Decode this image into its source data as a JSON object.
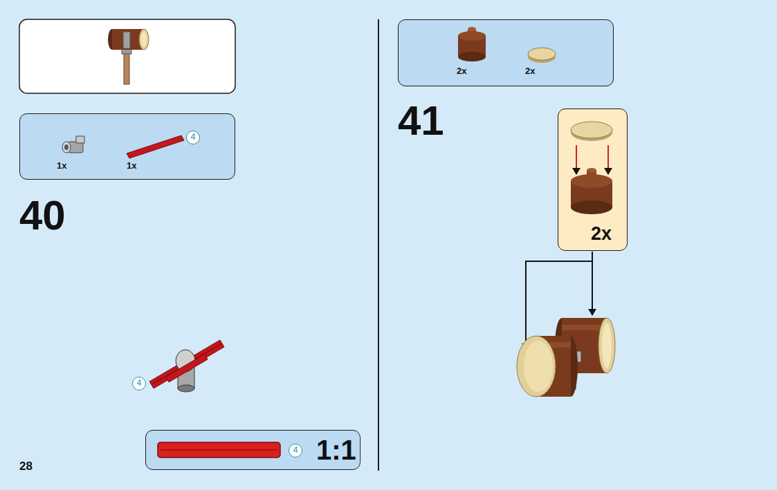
{
  "diagram": {
    "nodes": [
      {
        "text": [
          "1x",
          "1x"
        ]
      },
      {
        "text": [
          "4"
        ],
        "in": 0
      },
      {
        "text": [
          "4"
        ]
      },
      {
        "text": [
          "1:1"
        ]
      },
      {
        "text": [
          "4"
        ],
        "in": 3
      },
      {
        "text": [
          "2x",
          "2x"
        ]
      },
      {
        "text": [
          "2x"
        ]
      }
    ],
    "labels": [
      "40",
      "28",
      "41"
    ]
  }
}
